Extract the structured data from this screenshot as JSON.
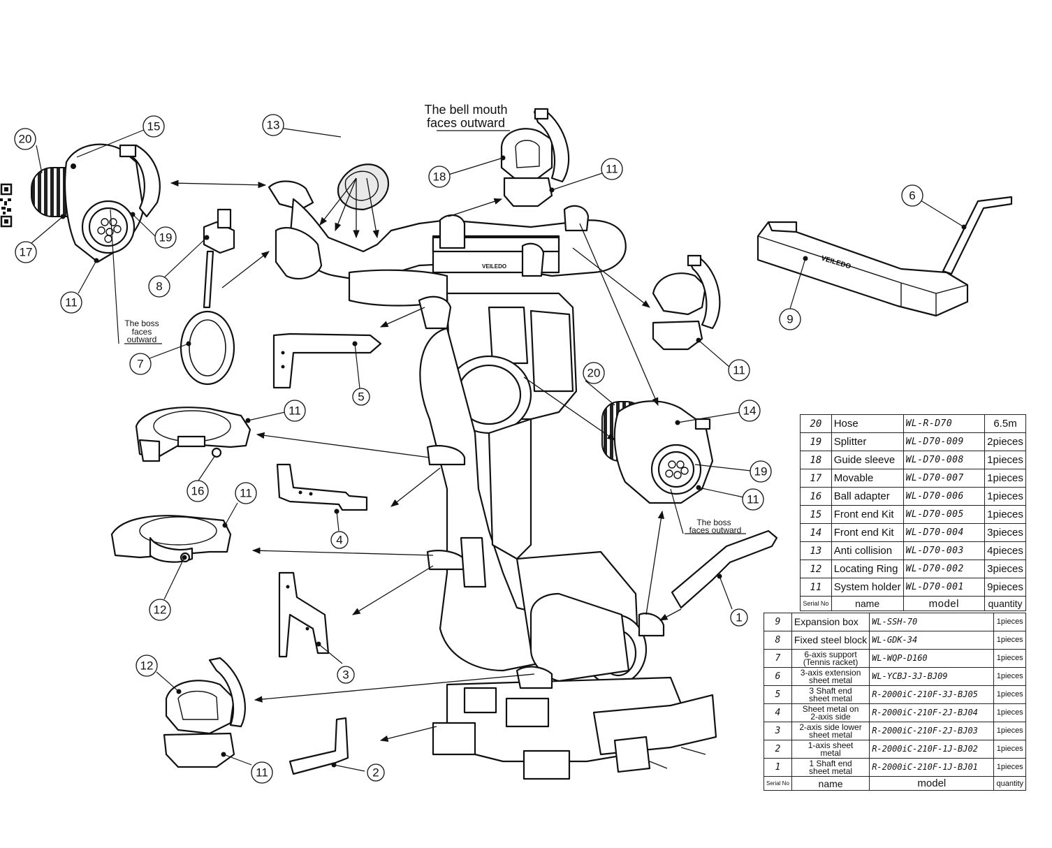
{
  "notes": {
    "bell_mouth_line1": "The bell mouth",
    "bell_mouth_line2": "faces outward",
    "boss_left_line1": "The boss",
    "boss_left_line2": "faces",
    "boss_left_line3": "outward",
    "boss_right_line1": "The boss",
    "boss_right_line2": "faces outward",
    "brand_mark": "VEILEDO"
  },
  "balloons": {
    "b20a": "20",
    "b15": "15",
    "b17": "17",
    "b19a": "19",
    "b11a": "11",
    "b13": "13",
    "b8": "8",
    "b7": "7",
    "b18": "18",
    "b11b": "11",
    "b6": "6",
    "b9": "9",
    "b11c": "11",
    "b5": "5",
    "b20b": "20",
    "b14": "14",
    "b19b": "19",
    "b11d": "11",
    "b11e": "11",
    "b16": "16",
    "b4": "4",
    "b11f": "11",
    "b12a": "12",
    "b3": "3",
    "b1": "1",
    "b12b": "12",
    "b11g": "11",
    "b2": "2"
  },
  "bom_upper": {
    "rows": [
      {
        "no": "20",
        "name": "Hose",
        "model": "WL-R-D70",
        "qty": "6.5m"
      },
      {
        "no": "19",
        "name": "Splitter",
        "model": "WL-D70-009",
        "qty": "2pieces"
      },
      {
        "no": "18",
        "name": "Guide sleeve",
        "model": "WL-D70-008",
        "qty": "1pieces"
      },
      {
        "no": "17",
        "name": "Movable",
        "model": "WL-D70-007",
        "qty": "1pieces"
      },
      {
        "no": "16",
        "name": "Ball adapter",
        "model": "WL-D70-006",
        "qty": "1pieces"
      },
      {
        "no": "15",
        "name": "Front end Kit",
        "model": "WL-D70-005",
        "qty": "1pieces"
      },
      {
        "no": "14",
        "name": "Front end Kit",
        "model": "WL-D70-004",
        "qty": "3pieces"
      },
      {
        "no": "13",
        "name": "Anti collision",
        "model": "WL-D70-003",
        "qty": "4pieces"
      },
      {
        "no": "12",
        "name": "Locating Ring",
        "model": "WL-D70-002",
        "qty": "3pieces"
      },
      {
        "no": "11",
        "name": "System holder",
        "model": "WL-D70-001",
        "qty": "9pieces"
      }
    ],
    "header": {
      "no": "Serial No",
      "name": "name",
      "model": "model",
      "qty": "quantity"
    }
  },
  "bom_lower": {
    "rows": [
      {
        "no": "9",
        "name": "Expansion box",
        "model": "WL-SSH-70",
        "qty": "1pieces"
      },
      {
        "no": "8",
        "name": "Fixed steel block",
        "model": "WL-GDK-34",
        "qty": "1pieces"
      },
      {
        "no": "7",
        "name1": "6-axis support",
        "name2": "(Tennis racket)",
        "model": "WL-WQP-D160",
        "qty": "1pieces"
      },
      {
        "no": "6",
        "name1": "3-axis extension",
        "name2": "sheet metal",
        "model": "WL-YCBJ-3J-BJ09",
        "qty": "1pieces"
      },
      {
        "no": "5",
        "name1": "3 Shaft end",
        "name2": "sheet metal",
        "model": "R-2000iC-210F-3J-BJ05",
        "qty": "1pieces"
      },
      {
        "no": "4",
        "name1": "Sheet metal on",
        "name2": "2-axis side",
        "model": "R-2000iC-210F-2J-BJ04",
        "qty": "1pieces"
      },
      {
        "no": "3",
        "name1": "2-axis side lower",
        "name2": "sheet metal",
        "model": "R-2000iC-210F-2J-BJ03",
        "qty": "1pieces"
      },
      {
        "no": "2",
        "name1": "1-axis sheet",
        "name2": "metal",
        "model": "R-2000iC-210F-1J-BJ02",
        "qty": "1pieces"
      },
      {
        "no": "1",
        "name1": "1 Shaft end",
        "name2": "sheet metal",
        "model": "R-2000iC-210F-1J-BJ01",
        "qty": "1pieces"
      }
    ],
    "header": {
      "no": "Serial No",
      "name": "name",
      "model": "model",
      "qty": "quantity"
    }
  }
}
